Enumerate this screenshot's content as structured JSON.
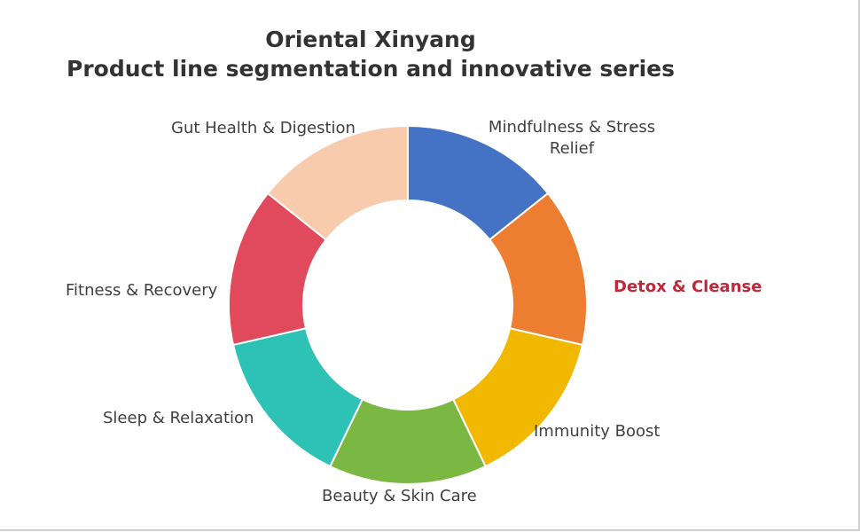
{
  "chart_data": {
    "type": "pie",
    "subtype": "donut",
    "title": "Oriental Xinyang",
    "subtitle": "Product line segmentation and innovative series",
    "categories": [
      "Mindfulness & Stress Relief",
      "Detox & Cleanse",
      "Immunity Boost",
      "Beauty & Skin Care",
      "Sleep & Relaxation",
      "Fitness & Recovery",
      "Gut Health & Digestion"
    ],
    "values": [
      1,
      1,
      1,
      1,
      1,
      1,
      1
    ],
    "colors": [
      "#4472C4",
      "#ED7D31",
      "#F0B800",
      "#7AB843",
      "#2EC1B5",
      "#E04A5C",
      "#F8CBAD"
    ],
    "highlighted": "Detox & Cleanse",
    "highlight_color": "#C0283A"
  }
}
